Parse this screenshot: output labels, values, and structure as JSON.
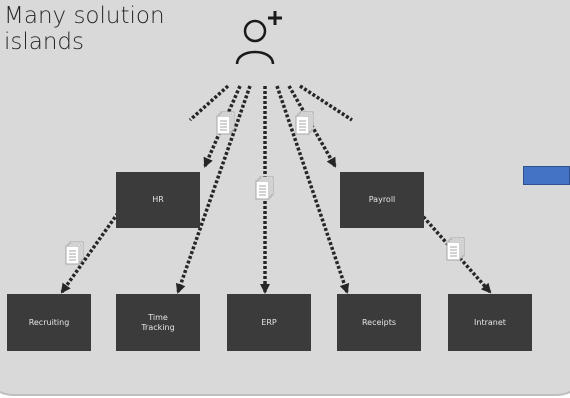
{
  "title": {
    "line1": "Many solution",
    "line2": "islands"
  },
  "icons": {
    "user": "add-user-icon",
    "document": "document-stack-icon"
  },
  "nodes": {
    "hr": "HR",
    "payroll": "Payroll",
    "recruiting": "Recruiting",
    "time_tracking": "Time\nTracking",
    "erp": "ERP",
    "receipts": "Receipts",
    "intranet": "Intranet"
  },
  "colors": {
    "panel": "#d9d9d9",
    "box": "#3b3b3b",
    "accent": "#4472c4"
  }
}
